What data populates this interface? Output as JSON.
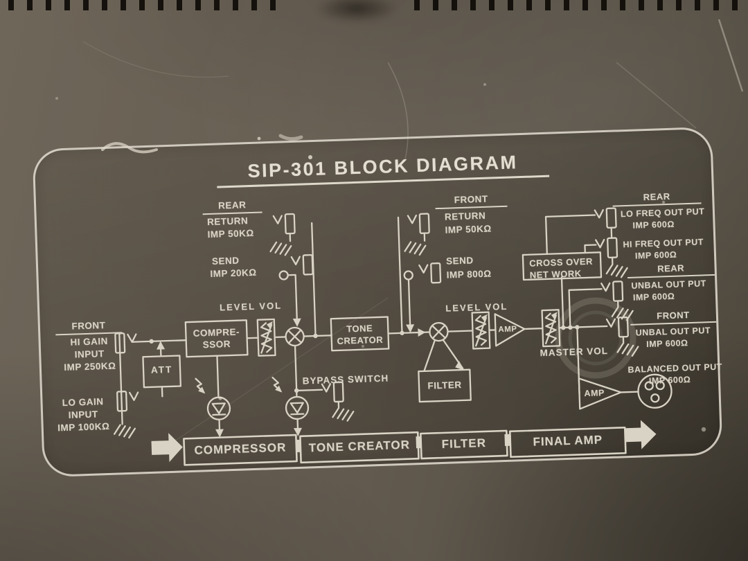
{
  "title": "SIP-301 BLOCK DIAGRAM",
  "loops": {
    "rear": {
      "heading": "REAR",
      "return_label": "RETURN",
      "return_imp": "IMP 50KΩ",
      "send_label": "SEND",
      "send_imp": "IMP 20KΩ"
    },
    "front": {
      "heading": "FRONT",
      "return_label": "RETURN",
      "return_imp": "IMP 50KΩ",
      "send_label": "SEND",
      "send_imp": "IMP 800Ω"
    }
  },
  "inputs": {
    "heading": "FRONT",
    "hi": {
      "line1": "HI GAIN",
      "line2": "INPUT",
      "line3": "IMP 250KΩ"
    },
    "lo": {
      "line1": "LO GAIN",
      "line2": "INPUT",
      "line3": "IMP 100KΩ"
    }
  },
  "blocks": {
    "att": "ATT",
    "compressor_l1": "COMPRE-",
    "compressor_l2": "SSOR",
    "level_vol": "LEVEL VOL",
    "tone_l1": "TONE",
    "tone_l2": "CREATOR",
    "bypass_switch": "BYPASS SWITCH",
    "amp": "AMP",
    "master_vol": "MASTER VOL",
    "crossover_l1": "CROSS OVER",
    "crossover_l2": "NET WORK",
    "filter": "FILTER"
  },
  "outputs": {
    "rear_freq": {
      "heading": "REAR",
      "lo": "LO FREQ OUT PUT",
      "lo_imp": "IMP 600Ω",
      "hi": "HI FREQ OUT PUT",
      "hi_imp": "IMP 600Ω"
    },
    "rear_unbal": {
      "heading": "REAR",
      "label": "UNBAL OUT PUT",
      "imp": "IMP 600Ω"
    },
    "front_unbal": {
      "heading": "FRONT",
      "label": "UNBAL OUT PUT",
      "imp": "IMP 600Ω"
    },
    "balanced": {
      "label": "BALANCED OUT PUT",
      "imp": "IMP 600Ω"
    }
  },
  "banner": {
    "items": [
      "COMPRESSOR",
      "TONE CREATOR",
      "FILTER",
      "FINAL AMP"
    ]
  },
  "colors": {
    "panel": "#685f53",
    "print": "#d9d3c5",
    "slot": "#0e0b07"
  }
}
